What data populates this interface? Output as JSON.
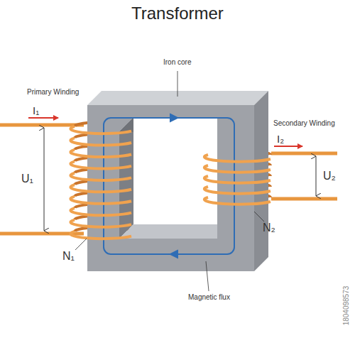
{
  "diagram": {
    "title": "Transformer",
    "labels": [
      "Iron core",
      "Primary Winding",
      "I₁",
      "U₁",
      "N₁",
      "Secondary Winding",
      "I₂",
      "U₂",
      "N₂",
      "Magnetic flux",
      "1804098573"
    ]
  }
}
